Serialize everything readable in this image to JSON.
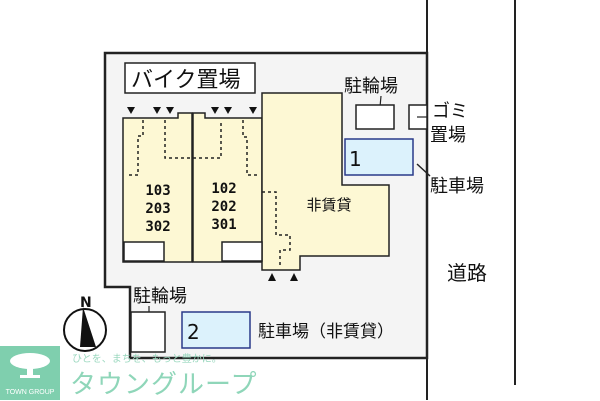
{
  "plan": {
    "bike_parking_label": "バイク置場",
    "bicycle_parking_label": "駐輪場",
    "garbage_label_1": "ゴミ",
    "garbage_label_2": "置場",
    "parking_label": "駐車場",
    "parking_note": "駐車場（非賃貸）",
    "non_rental_label": "非賃貸",
    "road_label": "道路",
    "north_label": "N",
    "parking_space_1": "1",
    "parking_space_2": "2",
    "units_left": [
      "103",
      "203",
      "302"
    ],
    "units_middle": [
      "102",
      "202",
      "301"
    ]
  },
  "brand": {
    "logo_text": "TOWN GROUP",
    "tagline": "ひとを、まちを、もっと豊かに。",
    "name": "タウングループ"
  },
  "colors": {
    "building": "#fdf8d4",
    "parking": "#dcf2fc",
    "parking_border": "#2a3a8a",
    "logo": "#7fcfae"
  }
}
